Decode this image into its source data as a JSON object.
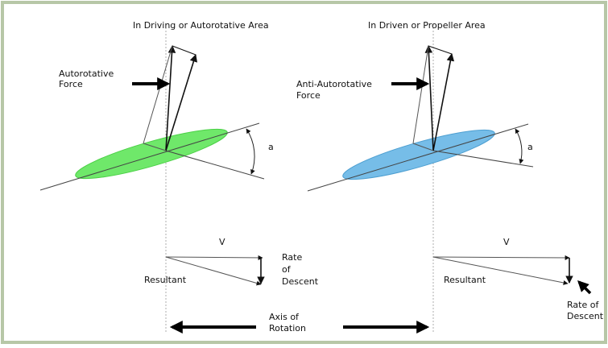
{
  "colors": {
    "frame": "#b7c7a7",
    "green_blade": "#6fe86a",
    "blue_blade": "#76bde8",
    "line": "#333333",
    "axis": "#9a9a9a",
    "arrow": "#000000"
  },
  "left_panel": {
    "title": "In Driving or Autorotative Area",
    "force_label_line1": "Autorotative",
    "force_label_line2": "Force",
    "angle_label": "a",
    "v_label": "V",
    "rate_line1": "Rate",
    "rate_line2": "of",
    "rate_line3": "Descent",
    "resultant_label": "Resultant"
  },
  "right_panel": {
    "title": "In Driven or Propeller Area",
    "force_label_line1": "Anti-Autorotative",
    "force_label_line2": "Force",
    "angle_label": "a",
    "v_label": "V",
    "rate_line1": "Rate of",
    "rate_line2": "Descent",
    "resultant_label": "Resultant"
  },
  "axis_of_rotation": {
    "label_line1": "Axis of",
    "label_line2": "Rotation"
  }
}
